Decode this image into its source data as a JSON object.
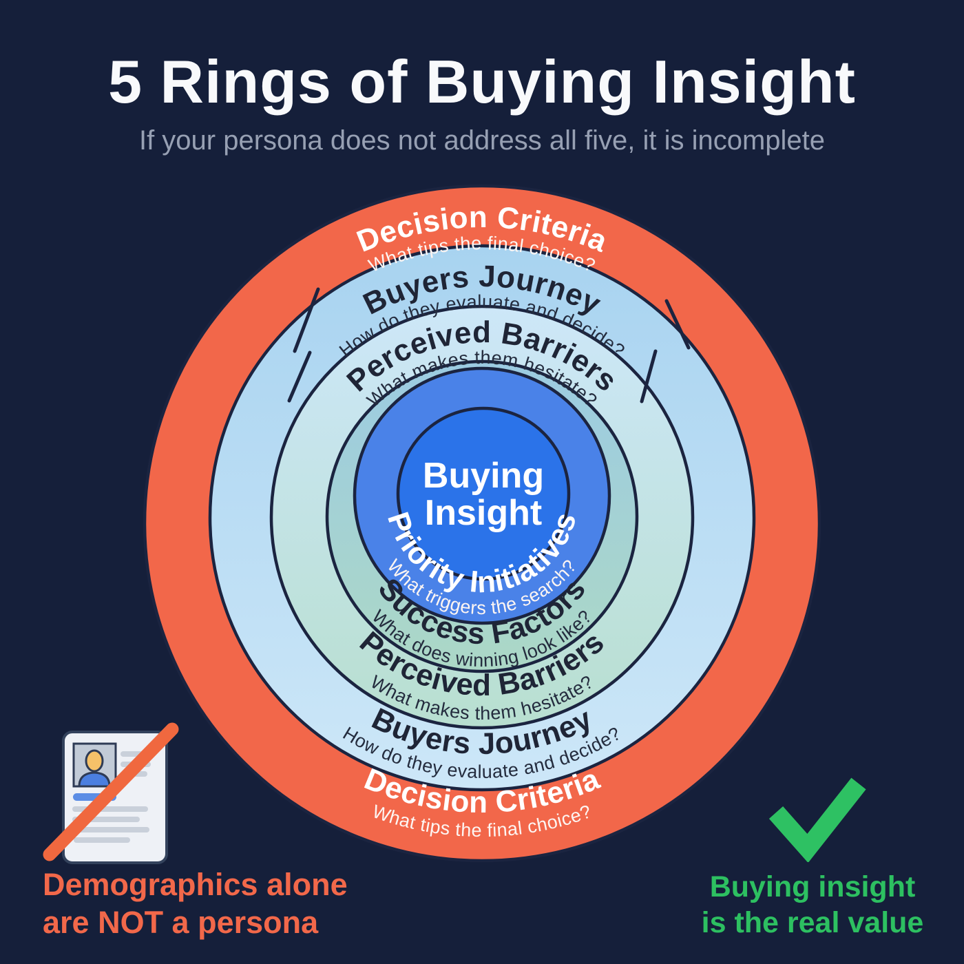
{
  "title": "5 Rings of Buying Insight",
  "subtitle": "If your persona does not address all five, it is incomplete",
  "center_label": {
    "line1": "Buying",
    "line2": "Insight"
  },
  "rings": [
    {
      "label": "Decision Criteria",
      "question": "What tips the final choice?",
      "color": "#F2674A",
      "text_color": "#FFFFFF"
    },
    {
      "label": "Buyers Journey",
      "question": "How do they evaluate and decide?",
      "color": "#B9DCF4",
      "text_color": "#1F2536"
    },
    {
      "label": "Perceived Barriers",
      "question": "What makes them hesitate?",
      "color": "#CFE8F8",
      "text_color": "#1F2536"
    },
    {
      "label": "Success Factors",
      "question": "What does winning look like?",
      "color": "#A9D5C5",
      "text_color": "#1F2536"
    },
    {
      "label": "Priority Initiatives",
      "question": "What triggers the search?",
      "color": "#4A82E8",
      "text_color": "#FFFFFF"
    }
  ],
  "callout_negative": {
    "line1": "Demographics alone",
    "line2": "are NOT a persona",
    "color": "#F2684A",
    "icon": "crossed-persona-card"
  },
  "callout_positive": {
    "line1": "Buying insight",
    "line2": "is the real value",
    "color": "#2DC061",
    "icon": "green-checkmark"
  },
  "colors": {
    "background": "#151F3A",
    "outline": "#1B2440",
    "center_blue": "#2B73E9",
    "priority_ring_blue": "#4A82E8",
    "orange": "#F2674A",
    "green_check": "#2EC163"
  }
}
